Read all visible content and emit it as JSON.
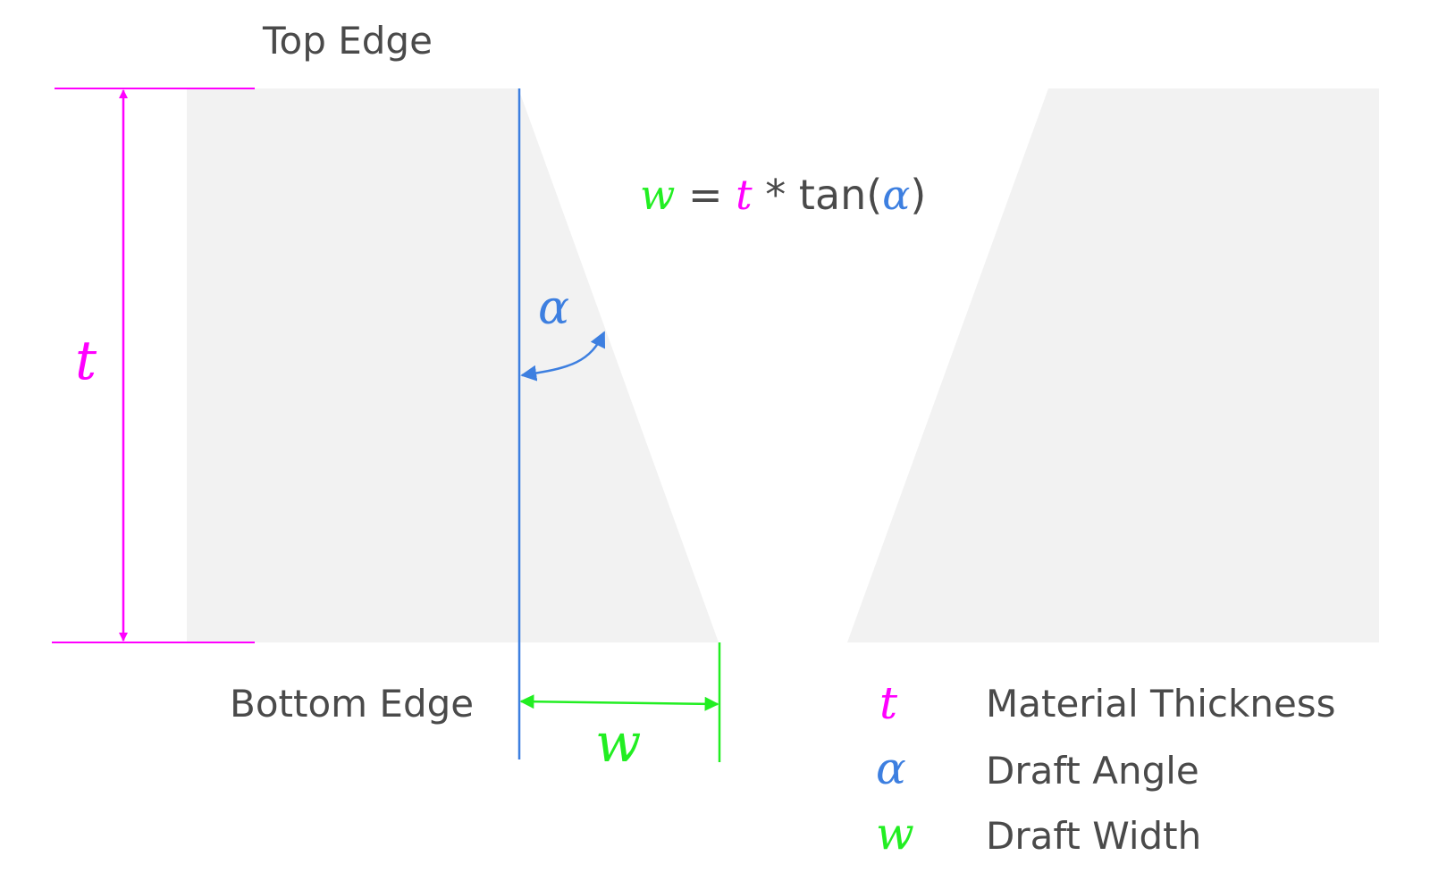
{
  "labels": {
    "top_edge": "Top Edge",
    "bottom_edge": "Bottom Edge"
  },
  "symbols": {
    "thickness": "t",
    "angle": "α",
    "width": "w"
  },
  "formula": {
    "lhs": "w",
    "eq": " = ",
    "t": "t",
    "op": " * tan(",
    "alpha": "α",
    "close": ")"
  },
  "legend": [
    {
      "symbol": "t",
      "label": "Material Thickness",
      "color": "#ff00ff"
    },
    {
      "symbol": "α",
      "label": "Draft Angle",
      "color": "#3d7fe0"
    },
    {
      "symbol": "w",
      "label": "Draft Width",
      "color": "#22ee22"
    }
  ],
  "colors": {
    "thickness": "#ff00ff",
    "angle": "#3d7fe0",
    "width": "#22ee22",
    "material": "#f2f2f2",
    "text": "#4a4a4a"
  }
}
